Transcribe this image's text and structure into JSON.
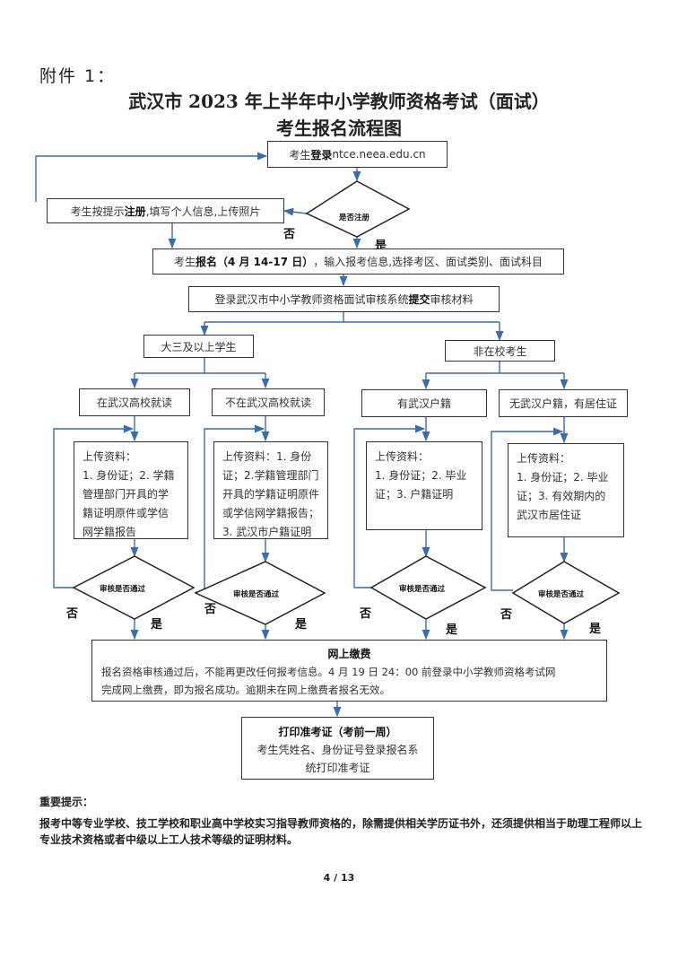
{
  "attachment_label": "附件 1：",
  "title_line1": "武汉市 2023 年上半年中小学教师资格考试（面试）",
  "title_line2": "考生报名流程图",
  "login": {
    "prefix": "考生",
    "bold": "登录",
    "suffix": " ntce.neea.edu.cn"
  },
  "register_box": {
    "prefix": "考生按提示",
    "bold": "注册",
    "suffix": ",填写个人信息,上传照片"
  },
  "registered_question": "是否注册",
  "signup_box": {
    "prefix": "考生",
    "bold": "报名（4 月 14-17 日）",
    "suffix": "，输入报考信息,选择考区、面试类别、面试科目"
  },
  "submit_box": {
    "prefix": "登录武汉市中小学教师资格面试审核系统",
    "bold": "提交",
    "suffix": "审核材料"
  },
  "student_branch": "大三及以上学生",
  "nonstudent_branch": "非在校考生",
  "categories": [
    {
      "label": "在武汉高校就读",
      "materials": [
        "上传资料：",
        "1. 身份证；2. 学籍",
        "管理部门开具的学",
        "籍证明原件或学信",
        "网学籍报告"
      ]
    },
    {
      "label": "不在武汉高校就读",
      "materials": [
        "上传资料：1. 身份",
        "证；2.学籍管理部门",
        "开具的学籍证明原件",
        "或学信网学籍报告；",
        "3. 武汉市户籍证明"
      ]
    },
    {
      "label": "有武汉户籍",
      "materials": [
        "上传资料：",
        "1. 身份证；2. 毕业",
        "证；3. 户籍证明"
      ]
    },
    {
      "label": "无武汉户籍，有居住证",
      "materials": [
        "上传资料：",
        "1. 身份证；2. 毕业",
        "证；3. 有效期内的",
        "武汉市居住证"
      ]
    }
  ],
  "audit_question": "审核是否通过",
  "no_label": "否",
  "yes_label": "是",
  "payment": {
    "title": "网上缴费",
    "text1": "报名资格审核通过后，不能再更改任何报考信息。4 月 19 日 24：00 前登录中小学教师资格考试网",
    "text2": "完成网上缴费，即为报名成功。逾期未在网上缴费者报名无效。"
  },
  "admit": {
    "title": "打印准考证（考前一周）",
    "text1": "考生凭姓名、身份证号登录报名系",
    "text2": "统打印准考证"
  },
  "notice_heading": "重要提示：",
  "notice_text": "报考中等专业学校、技工学校和职业高中学校实习指导教师资格的，除需提供相关学历证书外，还须提供相当于助理工程师以上专业技术资格或者中级以上工人技术等级的证明材料。",
  "page_number": "4 / 13",
  "line_color": "#3a6db0"
}
